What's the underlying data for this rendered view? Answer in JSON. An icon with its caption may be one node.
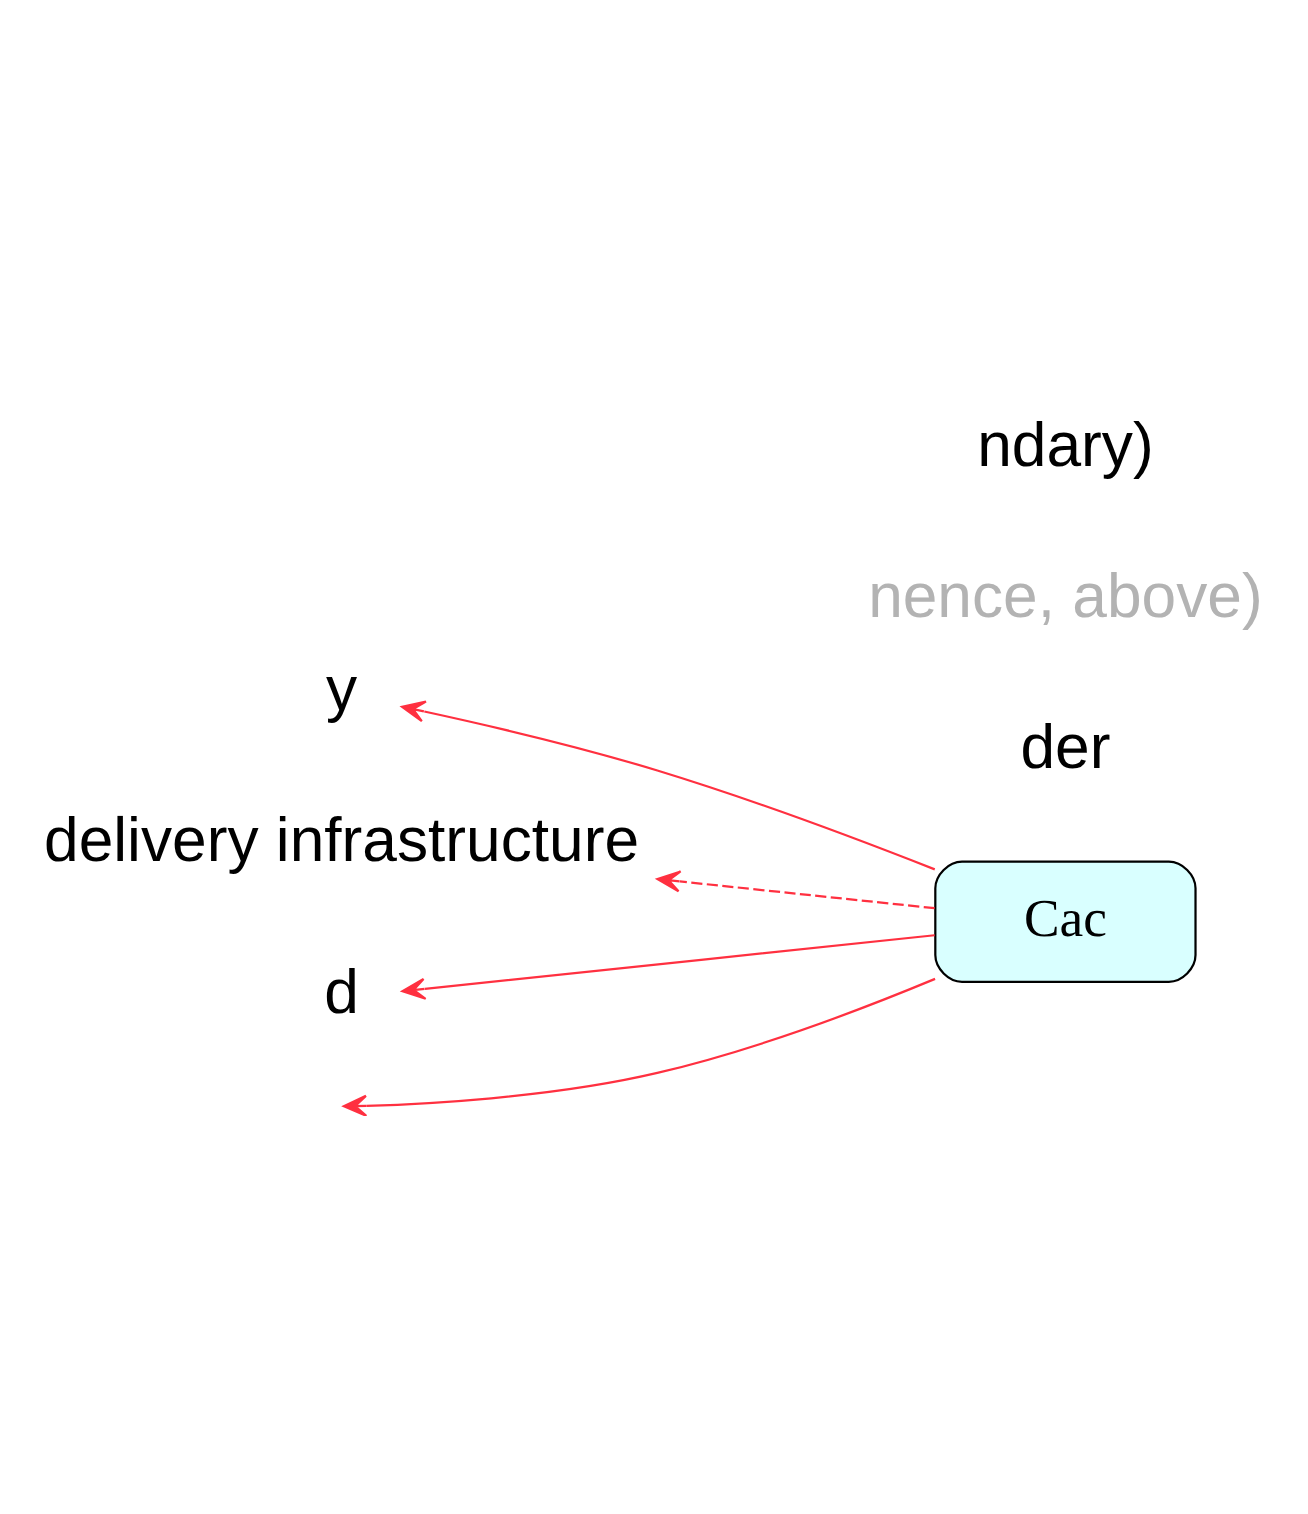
{
  "diagram": {
    "nodes": [
      {
        "text": [
          "y"
        ]
      },
      {
        "text": [
          "Cac"
        ]
      },
      {
        "text": [
          "delivery infrastructure"
        ]
      },
      {
        "text": [
          "d"
        ]
      }
    ],
    "edges": [
      {
        "from": 1,
        "to": null,
        "arrow": "to"
      },
      {
        "from": 1,
        "to": 0,
        "arrow": "to"
      },
      {
        "from": 1,
        "to": 3,
        "arrow": "to"
      },
      {
        "from": 1,
        "to": 2,
        "arrow": "to",
        "style": "dashed"
      }
    ],
    "labels": [
      "der",
      "nence, above)",
      "ndary)"
    ]
  }
}
